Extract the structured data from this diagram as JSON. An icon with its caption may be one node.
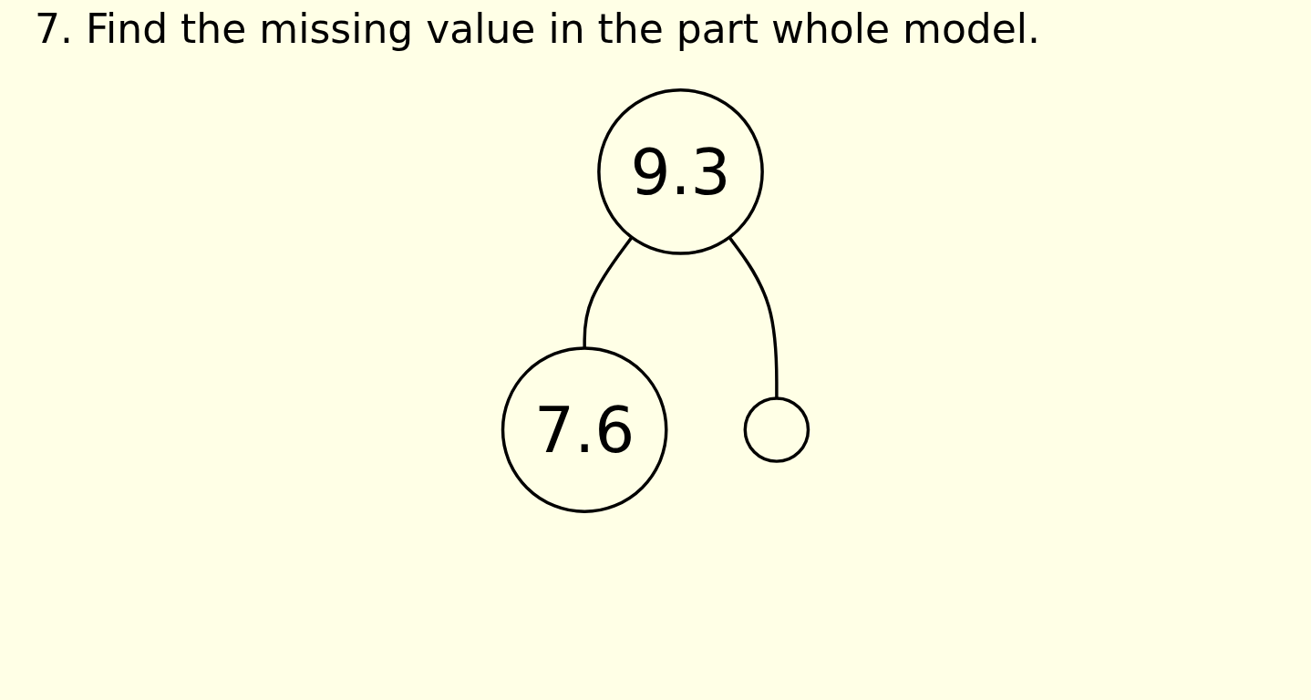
{
  "diagram": {
    "title": "7. Find the missing value in the part whole model.",
    "nodes": [
      {
        "text": [
          "9.3"
        ]
      },
      {
        "text": [
          "7.6"
        ]
      },
      {
        "text": [],
        "shape": "circle"
      }
    ],
    "edges": [
      {
        "from": 0,
        "to": 1,
        "arrow": "none"
      },
      {
        "from": 0,
        "to": 2,
        "arrow": "none"
      }
    ]
  }
}
